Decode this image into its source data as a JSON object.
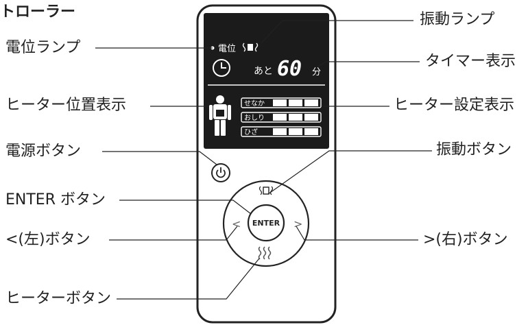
{
  "title": "トローラー",
  "callouts": {
    "vibration_lamp": "振動ランプ",
    "potential_lamp": "電位ランプ",
    "timer_display": "タイマー表示",
    "heater_position_display": "ヒーター位置表示",
    "heater_setting_display": "ヒーター設定表示",
    "power_button": "電源ボタン",
    "vibration_button": "振動ボタン",
    "enter_button": "ENTER ボタン",
    "left_button": "<(左)ボタン",
    "right_button": ">(右)ボタン",
    "heater_button": "ヒーターボタン"
  },
  "display": {
    "potential_label": "電位",
    "timer_prefix": "あと",
    "timer_value": "60",
    "timer_unit": "分",
    "rows": [
      "せなか",
      "おしり",
      "ひざ"
    ]
  },
  "remote": {
    "enter_label": "ENTER",
    "left_symbol": "<",
    "right_symbol": ">"
  }
}
